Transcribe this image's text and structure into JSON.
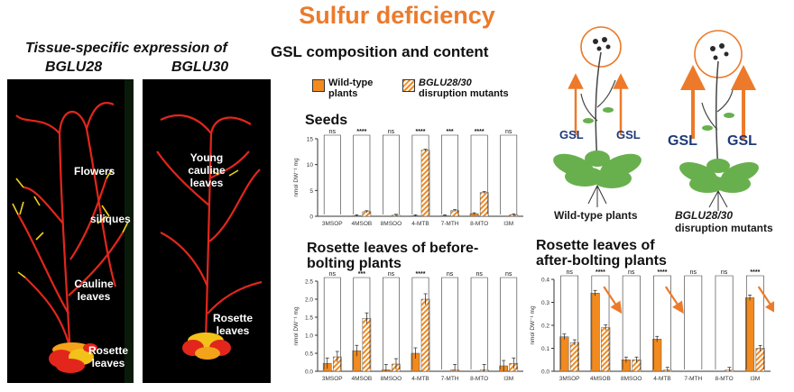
{
  "title": "Sulfur deficiency",
  "left": {
    "heading_line1": "Tissue-specific expression of",
    "gene1": "BGLU28",
    "gene2": "BGLU30",
    "photo1_labels": [
      "Flowers",
      "siliques",
      "Cauline leaves",
      "Rosette leaves"
    ],
    "photo2_labels": [
      "Young cauline leaves",
      "Rosette leaves"
    ]
  },
  "middle": {
    "heading": "GSL composition and content",
    "legend_wt": "Wild-type plants",
    "legend_mut_gene": "BGLU28/30",
    "legend_mut_rest": "disruption mutants"
  },
  "right": {
    "gsl": "GSL",
    "wt_label": "Wild-type plants",
    "mut_gene": "BGLU28/30",
    "mut_rest": "disruption mutants"
  },
  "colors": {
    "wt": "#f28a1e",
    "mut_hatch": "#f28a1e",
    "arrow": "#ec7a2a",
    "gsl_text": "#1e3a78"
  },
  "chart_data": [
    {
      "type": "bar",
      "title": "Seeds",
      "ylabel": "nmol DW⁻¹ mg",
      "categories": [
        "3MSOP",
        "4MSOB",
        "8MSOO",
        "4-MTB",
        "7-MTH",
        "8-MTO",
        "I3M"
      ],
      "yticks": [
        "0",
        "5",
        "10",
        "15"
      ],
      "ylim": [
        0,
        15
      ],
      "series": [
        {
          "name": "Wild-type plants",
          "values": [
            0,
            0.1,
            0,
            0.1,
            0.1,
            0.5,
            0
          ]
        },
        {
          "name": "BGLU28/30 disruption mutants",
          "values": [
            0,
            0.9,
            0.2,
            12.8,
            1.1,
            4.6,
            0.3
          ]
        }
      ],
      "significance": [
        "ns",
        "****",
        "ns",
        "****",
        "***",
        "****",
        "ns"
      ]
    },
    {
      "type": "bar",
      "title": "Rosette leaves of before-bolting plants",
      "ylabel": "nmol DW⁻¹ mg",
      "categories": [
        "3MSOP",
        "4MSOB",
        "8MSOO",
        "4-MTB",
        "7-MTH",
        "8-MTO",
        "I3M"
      ],
      "yticks": [
        "0.0",
        "0.5",
        "1.0",
        "1.5",
        "2.0",
        "2.5"
      ],
      "ylim": [
        0,
        2.5
      ],
      "series": [
        {
          "name": "Wild-type plants",
          "values": [
            0.22,
            0.57,
            0.04,
            0.5,
            0.0,
            0.0,
            0.15
          ]
        },
        {
          "name": "BGLU28/30 disruption mutants",
          "values": [
            0.4,
            1.47,
            0.2,
            2.0,
            0.04,
            0.04,
            0.22
          ]
        }
      ],
      "significance": [
        "ns",
        "***",
        "ns",
        "****",
        "ns",
        "ns",
        "ns"
      ]
    },
    {
      "type": "bar",
      "title": "Rosette leaves of after-bolting plants",
      "ylabel": "nmol DW⁻¹ mg",
      "categories": [
        "3MSOP",
        "4MSOB",
        "8MSOO",
        "4-MTB",
        "7-MTH",
        "8-MTO",
        "I3M"
      ],
      "yticks": [
        "0.0",
        "0.1",
        "0.2",
        "0.3",
        "0.4"
      ],
      "ylim": [
        0,
        0.4
      ],
      "series": [
        {
          "name": "Wild-type plants",
          "values": [
            0.15,
            0.34,
            0.05,
            0.14,
            0.0,
            0.0,
            0.32
          ]
        },
        {
          "name": "BGLU28/30 disruption mutants",
          "values": [
            0.125,
            0.19,
            0.05,
            0.005,
            0.0,
            0.005,
            0.1
          ]
        }
      ],
      "significance": [
        "ns",
        "****",
        "ns",
        "****",
        "ns",
        "ns",
        "****"
      ]
    }
  ]
}
